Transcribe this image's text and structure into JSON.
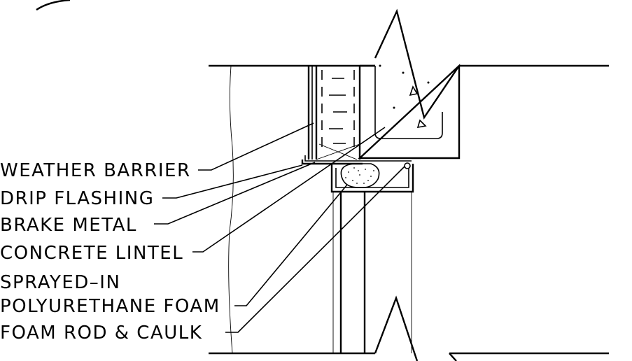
{
  "callouts": {
    "weather_barrier": "WEATHER BARRIER",
    "drip_flashing": "DRIP FLASHING",
    "brake_metal": "BRAKE METAL",
    "concrete_lintel": "CONCRETE LINTEL",
    "sprayed_in_line1": "SPRAYED–IN",
    "sprayed_in_line2": "POLYURETHANE FOAM",
    "foam_rod": "FOAM ROD & CAULK"
  }
}
